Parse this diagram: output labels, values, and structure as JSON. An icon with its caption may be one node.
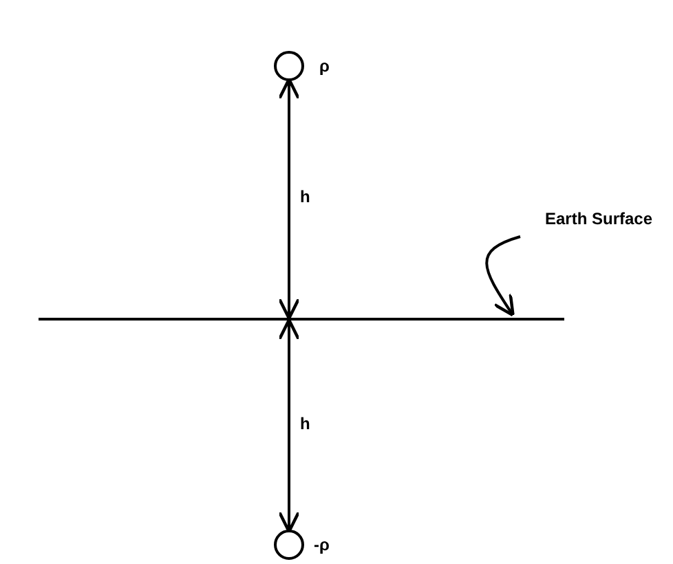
{
  "diagram": {
    "nodes": [
      {
        "text": [],
        "shape": "circle",
        "beside": [
          "ρ"
        ]
      },
      {
        "text": [],
        "shape": "circle",
        "beside": [
          "-ρ"
        ]
      },
      {
        "text": [
          "Earth Surface"
        ]
      },
      {
        "text": [],
        "shape": "bar"
      }
    ],
    "edges": [
      {
        "from": 0,
        "to": 3,
        "arrow": "both",
        "label": "h"
      },
      {
        "from": 3,
        "to": 1,
        "arrow": "both",
        "label": "h"
      },
      {
        "from": 2,
        "to": 3,
        "arrow": "to"
      }
    ]
  }
}
